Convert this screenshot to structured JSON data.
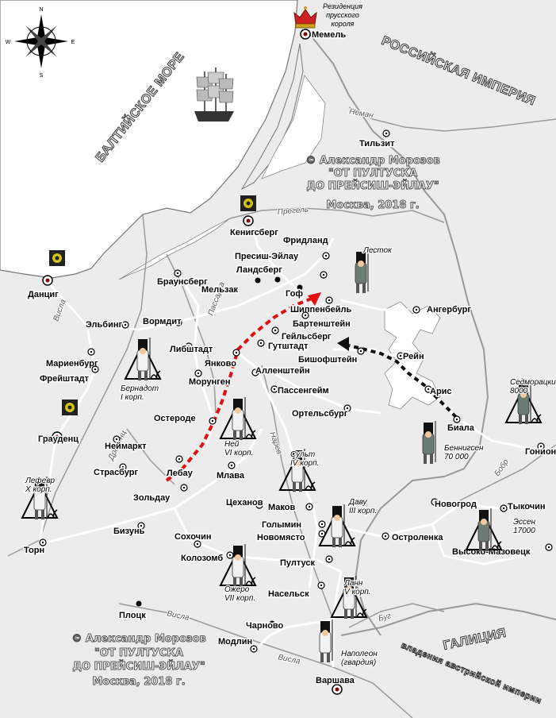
{
  "regions": {
    "sea": "БАЛТИЙСКОЕ МОРЕ",
    "russia": "РОССИЙСКАЯ ИМПЕРИЯ",
    "galicia": "ГАЛИЦИЯ",
    "austria": "владения австрийской империи"
  },
  "compass": {
    "n": "N",
    "s": "S",
    "e": "E",
    "w": "W"
  },
  "royal_note": [
    "Резиденция",
    "прусского",
    "короля"
  ],
  "copyright_top": [
    "© Александр Морозов",
    "\"ОТ ПУЛТУСКА",
    "ДО ПРЕЙСИШ-ЭЙЛАУ\"",
    "Москва, 2018 г."
  ],
  "copyright_bottom": [
    "© Александр Морозов",
    "\"ОТ ПУЛТУСКА",
    "ДО ПРЕЙСИШ-ЭЙЛАУ\"",
    "Москва, 2018 г."
  ],
  "rivers": {
    "neman": "Неман",
    "pregel": "Прегель",
    "passarga": "Пассарга",
    "vistula_n": "Висла",
    "drevenz": "Древенц",
    "narew": "Нарев",
    "bug": "Буг",
    "vistula_s1": "Висла",
    "vistula_s2": "Висла",
    "bobr": "Бобр"
  },
  "cities": {
    "memel": "Мемель",
    "tilsit": "Тильзит",
    "konigsberg": "Кенигсберг",
    "friedland": "Фридланд",
    "eylau": "Пресиш-Эйлау",
    "landsberg": "Ландсберг",
    "melzak": "Мельзак",
    "gof": "Гоф",
    "braunsberg": "Браунсберг",
    "danzig": "Данциг",
    "schippenbeil": "Шиппенбейль",
    "angerburg": "Ангербург",
    "bartenstein": "Бартенштейн",
    "heilsberg": "Гейльсберг",
    "gutstadt": "Гутштадт",
    "elbing": "Эльбинг",
    "wormditt": "Вормдит",
    "marienburg": "Мариенбург",
    "liebstadt": "Либштадт",
    "jankovo": "Янково",
    "rhein": "Рейн",
    "bischofstein": "Бишофштейн",
    "freistadt": "Фрейштадт",
    "mohrungen": "Морунген",
    "allenstein": "Алленштейн",
    "arys": "Арис",
    "passenheim": "Пассенгейм",
    "ortelsburg": "Ортельсбург",
    "graudenz": "Грауденц",
    "osterode": "Остероде",
    "byala": "Биала",
    "goniondz": "Гониондз",
    "neumarkt": "Неймаркт",
    "strasburg": "Страсбург",
    "lebau": "Лебау",
    "mlawa": "Млава",
    "soldau": "Зольдау",
    "tsekhanov": "Цеханов",
    "makov": "Маков",
    "novogrod": "Новогрод",
    "tykocin": "Тыкочин",
    "golymin": "Голымин",
    "bizun": "Бизунь",
    "novomyasto": "Новомясто",
    "ostrolenka": "Остроленка",
    "thorn": "Торн",
    "sokhochin": "Сохочин",
    "vysoko": "Высоко-Мазовецк",
    "kolozomb": "Колозомб",
    "pultusk": "Пултуск",
    "nasielsk": "Насельск",
    "plock": "Плоцк",
    "charnovo": "Чарново",
    "modlin": "Модлин",
    "warsaw": "Варшава"
  },
  "corps": {
    "lestok": [
      "Лесток"
    ],
    "sedmoratsky": [
      "Седморацкий",
      "8000"
    ],
    "bennigsen": [
      "Беннигсен",
      "70 000"
    ],
    "bernadotte": [
      "Бернадот",
      "I корп."
    ],
    "ney": [
      "Ней",
      "VI корп."
    ],
    "soult": [
      "Сульт",
      "IV корп."
    ],
    "lefebvre": [
      "Лефевр",
      "X корп."
    ],
    "davout": [
      "Даву",
      "III корп."
    ],
    "essen": [
      "Эссен",
      "17000"
    ],
    "augereau": [
      "Ожеро",
      "VII корп."
    ],
    "lannes": [
      "Ланн",
      "V корп."
    ],
    "napoleon": [
      "Наполеон",
      "(гвардия)"
    ]
  },
  "colors": {
    "land": "#ececec",
    "water": "#ffffff",
    "road": "#ffffff",
    "french_route": "#e01010",
    "russian_route": "#111111",
    "crown": "#cc2222"
  }
}
